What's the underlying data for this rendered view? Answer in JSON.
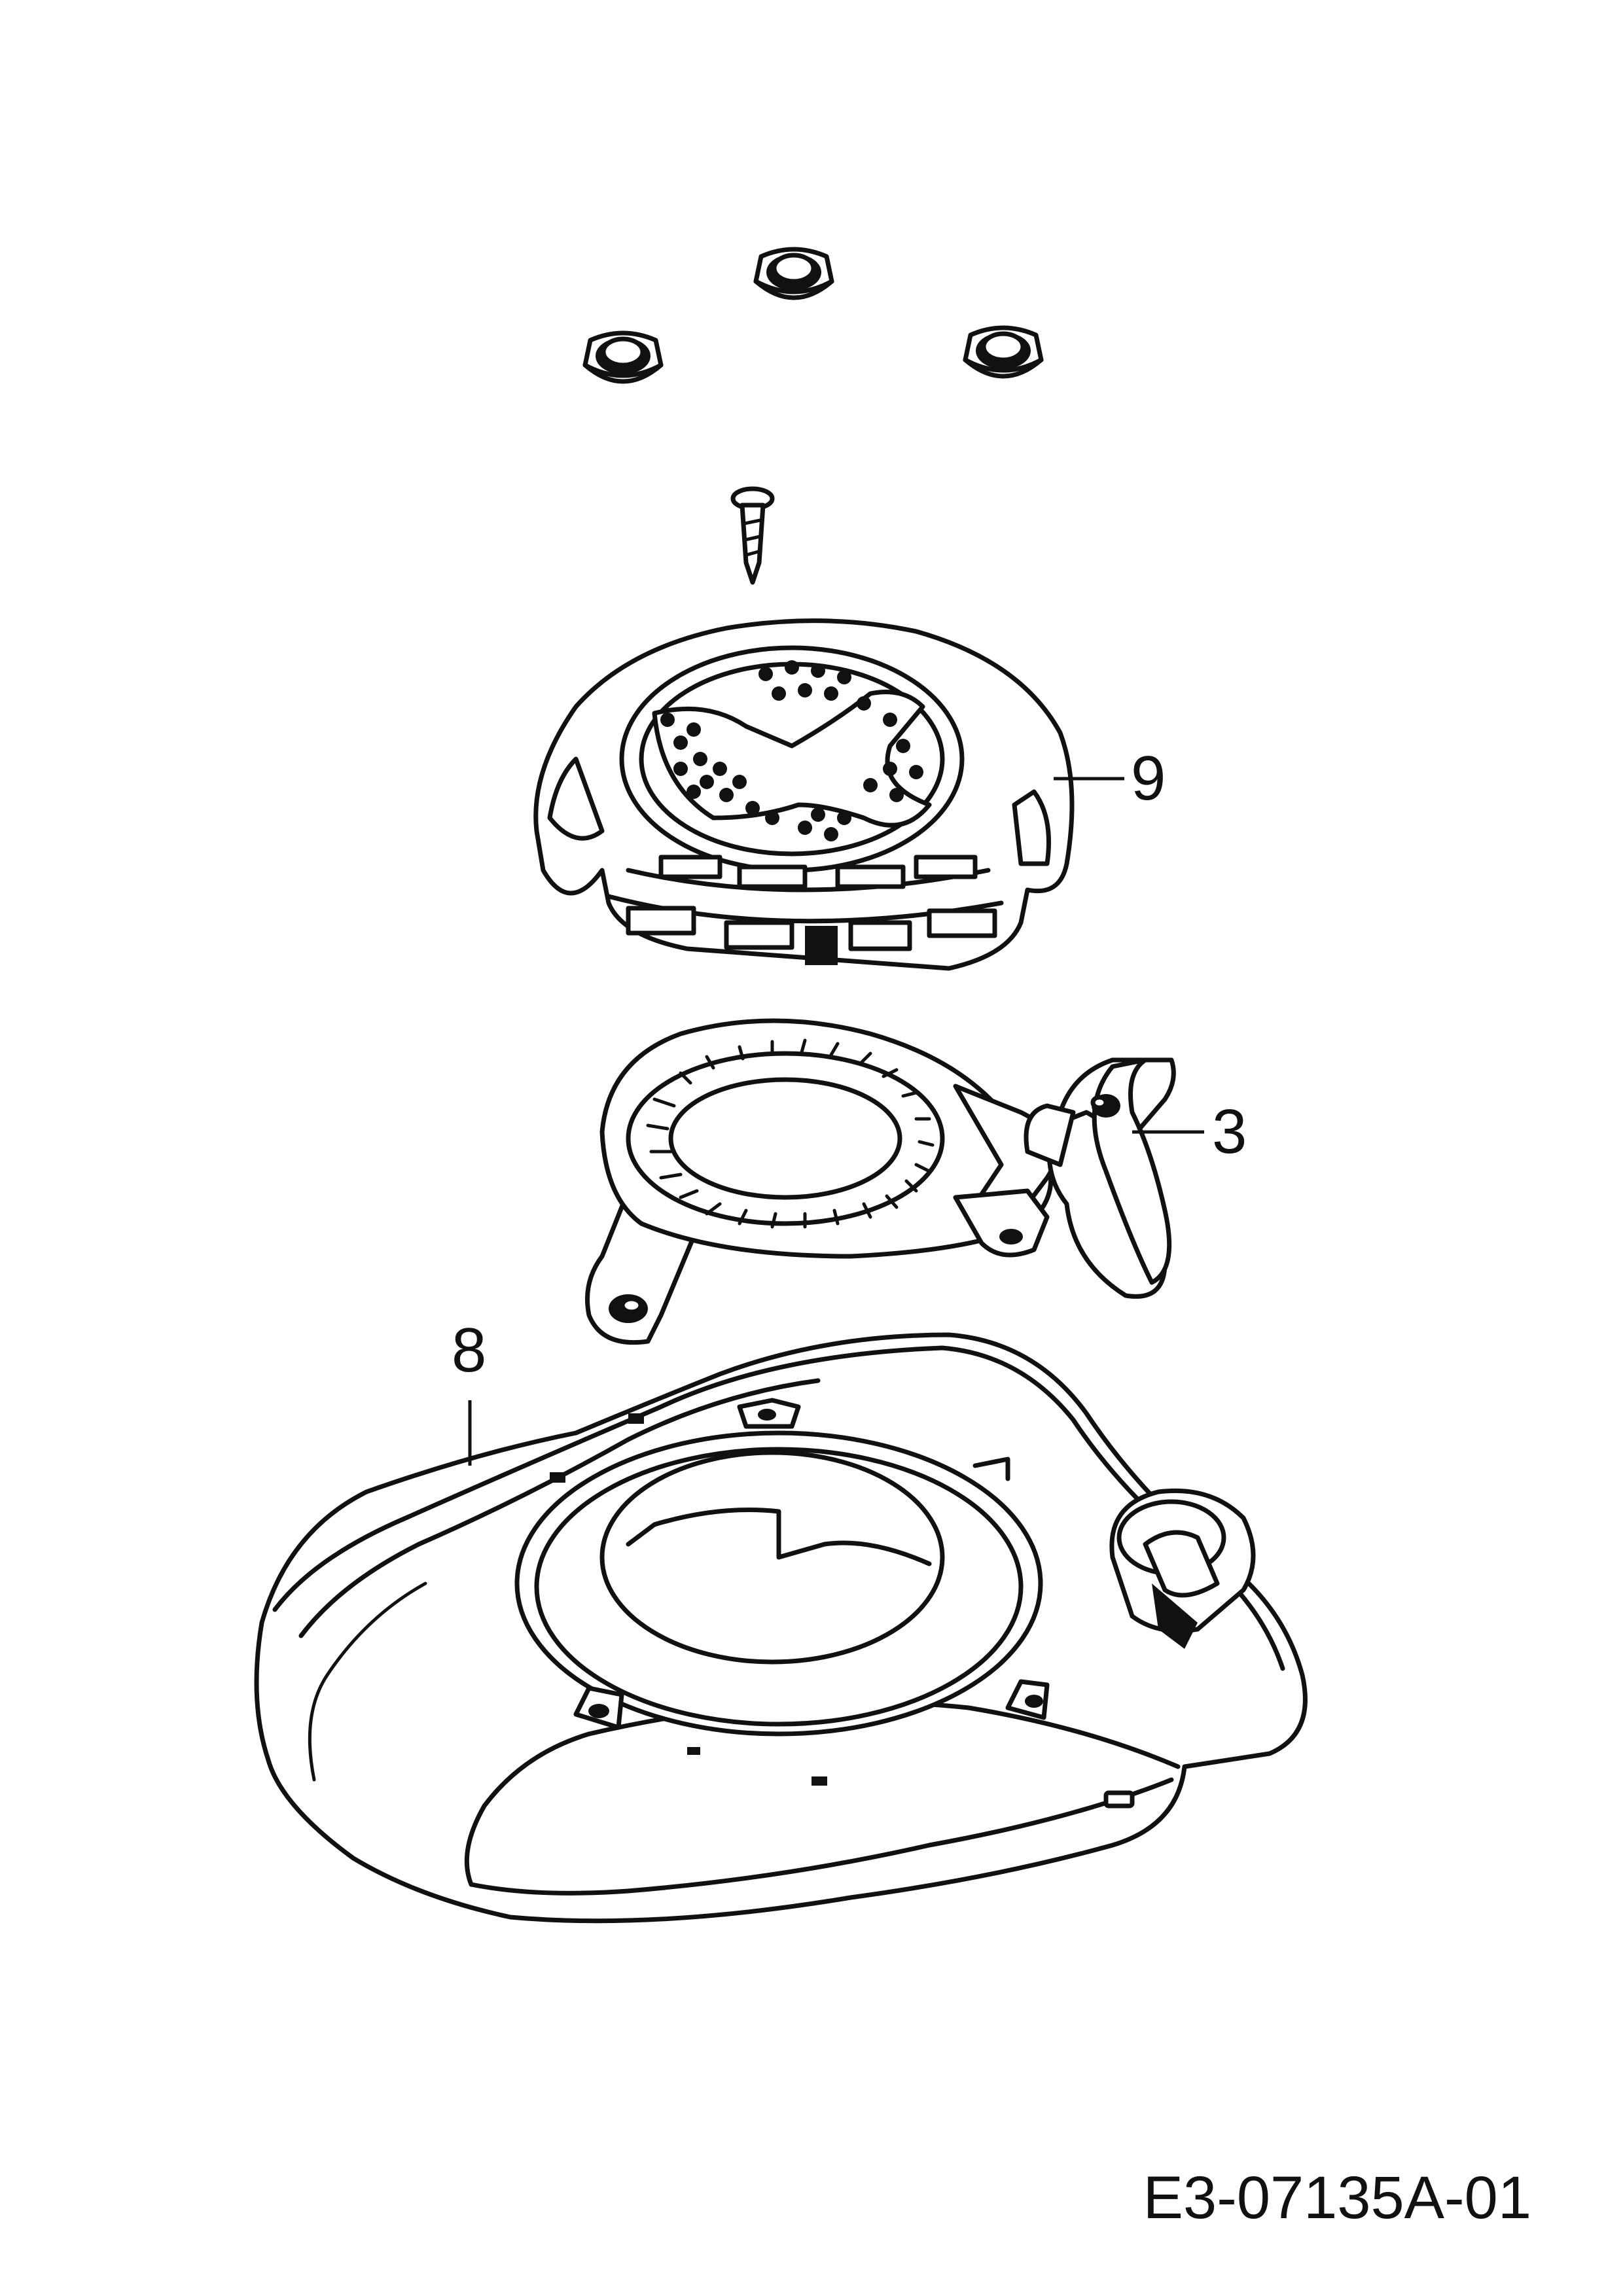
{
  "callouts": {
    "part_9": "9",
    "part_3": "3",
    "part_8": "8"
  },
  "document_number": "E3-07135A-01"
}
